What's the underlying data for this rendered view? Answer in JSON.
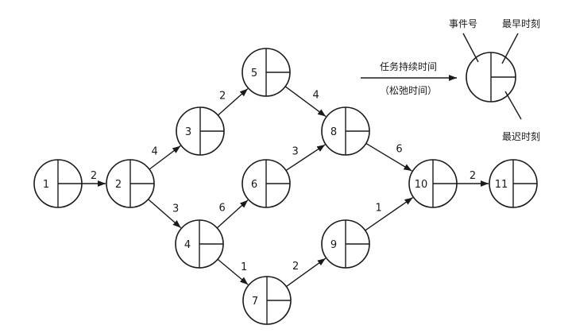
{
  "nodes": [
    {
      "id": "1",
      "label": "1"
    },
    {
      "id": "2",
      "label": "2"
    },
    {
      "id": "3",
      "label": "3"
    },
    {
      "id": "4",
      "label": "4"
    },
    {
      "id": "5",
      "label": "5"
    },
    {
      "id": "6",
      "label": "6"
    },
    {
      "id": "7",
      "label": "7"
    },
    {
      "id": "8",
      "label": "8"
    },
    {
      "id": "9",
      "label": "9"
    },
    {
      "id": "10",
      "label": "10"
    },
    {
      "id": "11",
      "label": "11"
    }
  ],
  "edges": [
    {
      "from": "1",
      "to": "2",
      "duration": "2"
    },
    {
      "from": "2",
      "to": "3",
      "duration": "4"
    },
    {
      "from": "2",
      "to": "4",
      "duration": "3"
    },
    {
      "from": "3",
      "to": "5",
      "duration": "2"
    },
    {
      "from": "4",
      "to": "6",
      "duration": "6"
    },
    {
      "from": "4",
      "to": "7",
      "duration": "1"
    },
    {
      "from": "5",
      "to": "8",
      "duration": "4"
    },
    {
      "from": "6",
      "to": "8",
      "duration": "3"
    },
    {
      "from": "7",
      "to": "9",
      "duration": "2"
    },
    {
      "from": "8",
      "to": "10",
      "duration": "6"
    },
    {
      "from": "9",
      "to": "10",
      "duration": "1"
    },
    {
      "from": "10",
      "to": "11",
      "duration": "2"
    }
  ],
  "legend": {
    "event_number": "事件号",
    "earliest_time": "最早时刻",
    "latest_time": "最迟时刻",
    "task_duration": "任务持续时间",
    "slack_time": "（松弛时间）"
  }
}
